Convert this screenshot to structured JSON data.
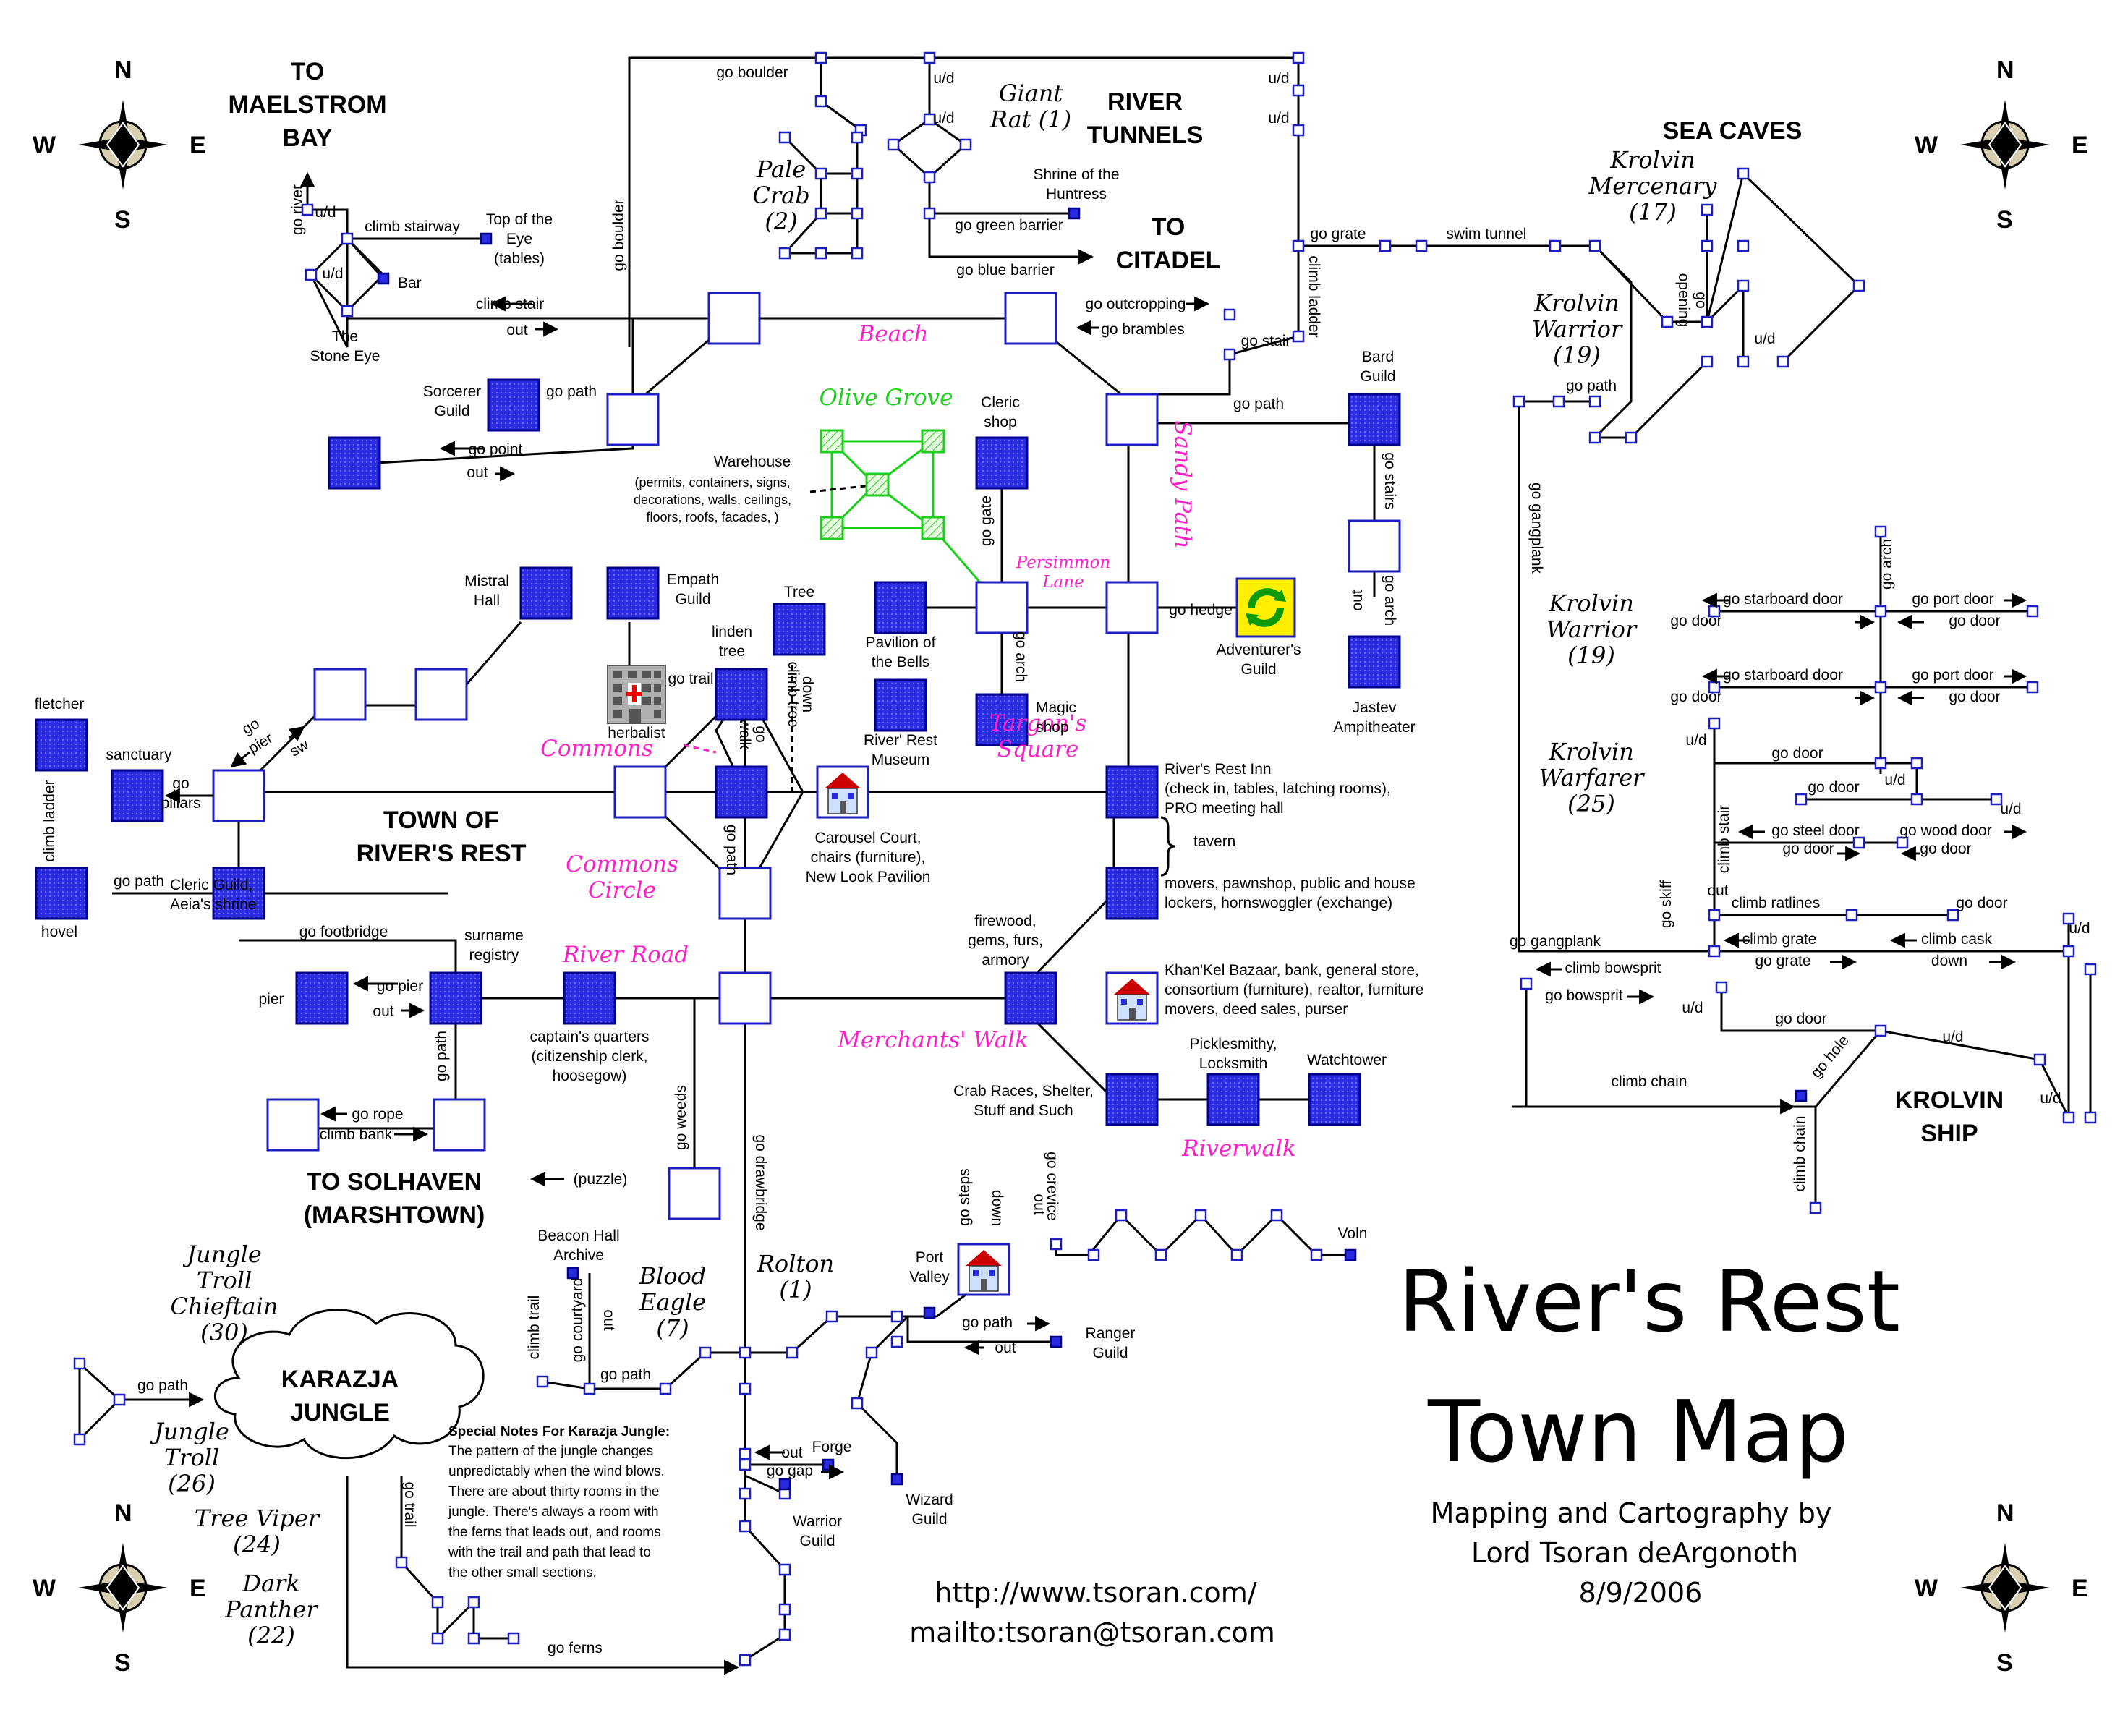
{
  "title": {
    "line1": "River's Rest",
    "line2": "Town Map",
    "credit1": "Mapping and Cartography by",
    "credit2": "Lord Tsoran deArgonoth",
    "date": "8/9/2006",
    "url": "http://www.tsoran.com/",
    "mail": "mailto:tsoran@tsoran.com"
  },
  "compass": {
    "n": "N",
    "s": "S",
    "e": "E",
    "w": "W"
  },
  "regions": {
    "maelstrom": "TO\nMAELSTROM\nBAY",
    "river_tunnels": "RIVER\nTUNNELS",
    "citadel": "TO\nCITADEL",
    "sea_caves": "SEA CAVES",
    "town": "TOWN OF\nRIVER'S REST",
    "solhaven": "TO SOLHAVEN\n(MARSHTOWN)",
    "karazja": "KARAZJA\nJUNGLE",
    "krolvin_ship": "KROLVIN\nSHIP"
  },
  "streets": {
    "beach": "Beach",
    "olive_grove": "Olive Grove",
    "sandy_path": "Sandy Path",
    "persimmon": "Persimmon\nLane",
    "commons": "Commons",
    "commons_circle": "Commons\nCircle",
    "targons": "Targon's\nSquare",
    "river_road": "River Road",
    "merchants": "Merchants' Walk",
    "riverwalk": "Riverwalk"
  },
  "creatures": {
    "giant_rat": "Giant\nRat (1)",
    "pale_crab": "Pale\nCrab\n(2)",
    "krolvin_merc": "Krolvin\nMercenary\n(17)",
    "krolvin_warrior_cave": "Krolvin\nWarrior\n(19)",
    "krolvin_warrior_ship": "Krolvin\nWarrior\n(19)",
    "krolvin_warfarer": "Krolvin\nWarfarer\n(25)",
    "jungle_troll_chief": "Jungle\nTroll\nChieftain\n(30)",
    "jungle_troll": "Jungle\nTroll\n(26)",
    "tree_viper": "Tree Viper\n(24)",
    "dark_panther": "Dark\nPanther\n(22)",
    "blood_eagle": "Blood\nEagle\n(7)",
    "rolton": "Rolton\n(1)"
  },
  "places": {
    "stone_eye": "The\nStone Eye",
    "top_of_eye": "Top of the\nEye\n(tables)",
    "bar": "Bar",
    "sorcerer": "Sorcerer\nGuild",
    "shrine_huntress": "Shrine of the\nHuntress",
    "warehouse": "Warehouse",
    "warehouse_sub": "(permits, containers, signs,\ndecorations, walls, ceilings,\nfloors, roofs, facades, )",
    "cleric_shop": "Cleric\nshop",
    "bard_guild": "Bard\nGuild",
    "mistral": "Mistral\nHall",
    "empath": "Empath\nGuild",
    "tree": "Tree",
    "linden": "linden\ntree",
    "herbalist": "herbalist",
    "pavilion": "Pavilion of\nthe Bells",
    "museum": "River' Rest\nMuseum",
    "magic_shop": "Magic\nshop",
    "adventurers": "Adventurer's\nGuild",
    "jastev": "Jastev\nAmpitheater",
    "fletcher": "fletcher",
    "sanctuary": "sanctuary",
    "hovel": "hovel",
    "cleric_guild": "Cleric Guild,\nAeia's shrine",
    "carousel": "Carousel Court,\nchairs (furniture),\nNew Look Pavilion",
    "inn": "River's Rest Inn\n(check in, tables, latching rooms),\nPRO meeting hall",
    "tavern": "tavern",
    "movers": "movers, pawnshop, public and house\nlockers, hornswoggler (exchange)",
    "firewood": "firewood,\ngems, furs,\narmory",
    "bazaar": "Khan'Kel Bazaar, bank, general store,\nconsortium (furniture), realtor, furniture\nmovers, deed sales, purser",
    "surname": "surname\nregistry",
    "pier": "pier",
    "captain": "captain's quarters\n(citizenship clerk,\nhoosegow)",
    "crab_races": "Crab Races, Shelter,\nStuff and Such",
    "picklesmithy": "Picklesmithy,\nLocksmith",
    "watchtower": "Watchtower",
    "beacon": "Beacon Hall\nArchive",
    "port_valley": "Port\nValley",
    "ranger": "Ranger\nGuild",
    "voln": "Voln",
    "forge": "Forge",
    "warrior_guild": "Warrior\nGuild",
    "wizard_guild": "Wizard\nGuild",
    "puzzle": "(puzzle)"
  },
  "notes": {
    "heading": "Special Notes For Karazja Jungle:",
    "body": "The pattern of the jungle changes\nunpredictably when the wind blows.\nThere are about thirty rooms in the\njungle.  There's always a room with\nthe ferns that leads out, and rooms\nwith the trail and path that lead to\nthe other small sections."
  },
  "exits": {
    "go_boulder_top": "go boulder",
    "go_boulder_side": "go boulder",
    "ud": "u/d",
    "go_green": "go green barrier",
    "go_blue": "go blue barrier",
    "go_river": "go river",
    "climb_stairway": "climb stairway",
    "climb_stair": "climb stair",
    "out": "out",
    "go_outcropping": "go outcropping",
    "go_brambles": "go brambles",
    "go_stair": "go stair",
    "climb_ladder": "climb ladder",
    "go_grate": "go grate",
    "swim_tunnel": "swim tunnel",
    "go_path": "go path",
    "go_point": "go point",
    "go_opening": "go\nopening",
    "go_gangplank": "go gangplank",
    "go_stairs": "go stairs",
    "go_arch": "go arch",
    "go_gate": "go gate",
    "go_hedge": "go hedge",
    "go_trail": "go trail",
    "climb_tree": "climb tree",
    "down": "down",
    "go_walk": "go\nwalk",
    "go_pillars": "go\npillars",
    "go_pier": "go\npier",
    "sw": "sw",
    "go_footbridge": "go footbridge",
    "go_pier2": "go pier",
    "go_rope": "go rope",
    "climb_bank": "climb bank",
    "go_weeds": "go weeds",
    "go_drawbridge": "go drawbridge",
    "go_steps": "go steps",
    "go_crevice": "go crevice",
    "go_courtyard": "go courtyard",
    "climb_trail": "climb trail",
    "go_gap": "go gap",
    "go_ferns": "go ferns",
    "go_starboard": "go starboard door",
    "go_port": "go port door",
    "go_door": "go door",
    "go_steel": "go steel door",
    "go_wood": "go wood door",
    "climb_ratlines": "climb ratlines",
    "climb_grate": "climb grate",
    "climb_cask": "climb cask",
    "go_skiff": "go skiff",
    "climb_bowsprit": "climb bowsprit",
    "go_bowsprit": "go bowsprit",
    "climb_chain": "climb chain",
    "go_hole": "go hole"
  },
  "colors": {
    "room_blue": "#2a2ae0",
    "pink_label": "#ff1fc9",
    "grove_green": "#19d019"
  },
  "icons": [
    "compass-rose-icon",
    "house-icon",
    "recycle-icon",
    "herbalist-building-icon",
    "cloud-icon"
  ]
}
